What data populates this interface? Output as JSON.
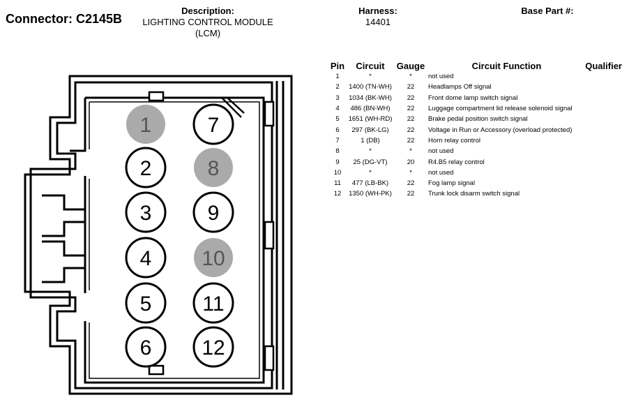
{
  "connector": {
    "label": "Connector: C2145B"
  },
  "description": {
    "label": "Description:",
    "line1": "LIGHTING CONTROL MODULE",
    "line2": "(LCM)"
  },
  "harness": {
    "label": "Harness:",
    "value": "14401"
  },
  "base_part": {
    "label": "Base Part #:"
  },
  "table": {
    "headers": {
      "pin": "Pin",
      "circuit": "Circuit",
      "gauge": "Gauge",
      "function": "Circuit Function",
      "qualifier": "Qualifier"
    },
    "rows": [
      {
        "pin": "1",
        "circuit": "*",
        "gauge": "*",
        "function": "not used"
      },
      {
        "pin": "2",
        "circuit": "1400 (TN-WH)",
        "gauge": "22",
        "function": "Headlamps Off signal"
      },
      {
        "pin": "3",
        "circuit": "1034 (BK-WH)",
        "gauge": "22",
        "function": "Front dome lamp switch signal"
      },
      {
        "pin": "4",
        "circuit": "486 (BN-WH)",
        "gauge": "22",
        "function": "Luggage compartment lid release solenoid signal"
      },
      {
        "pin": "5",
        "circuit": "1651 (WH-RD)",
        "gauge": "22",
        "function": "Brake pedal position switch signal"
      },
      {
        "pin": "6",
        "circuit": "297 (BK-LG)",
        "gauge": "22",
        "function": "Voltage in Run or Accessory (overload protected)"
      },
      {
        "pin": "7",
        "circuit": "1 (DB)",
        "gauge": "22",
        "function": "Horn relay control"
      },
      {
        "pin": "8",
        "circuit": "*",
        "gauge": "*",
        "function": "not used"
      },
      {
        "pin": "9",
        "circuit": "25 (DG-VT)",
        "gauge": "20",
        "function": "R4.B5 relay control"
      },
      {
        "pin": "10",
        "circuit": "*",
        "gauge": "*",
        "function": "not used"
      },
      {
        "pin": "11",
        "circuit": "477 (LB-BK)",
        "gauge": "22",
        "function": "Fog lamp signal"
      },
      {
        "pin": "12",
        "circuit": "1350 (WH-PK)",
        "gauge": "22",
        "function": "Trunk lock disarm switch signal"
      }
    ]
  },
  "pins": [
    {
      "label": "1",
      "used": false
    },
    {
      "label": "2",
      "used": true
    },
    {
      "label": "3",
      "used": true
    },
    {
      "label": "4",
      "used": true
    },
    {
      "label": "5",
      "used": true
    },
    {
      "label": "6",
      "used": true
    },
    {
      "label": "7",
      "used": true
    },
    {
      "label": "8",
      "used": false
    },
    {
      "label": "9",
      "used": true
    },
    {
      "label": "10",
      "used": false
    },
    {
      "label": "11",
      "used": true
    },
    {
      "label": "12",
      "used": true
    }
  ],
  "colors": {
    "unused_pin_fill": "#aaaaaa",
    "used_pin_fill": "#ffffff",
    "stroke": "#000000"
  }
}
